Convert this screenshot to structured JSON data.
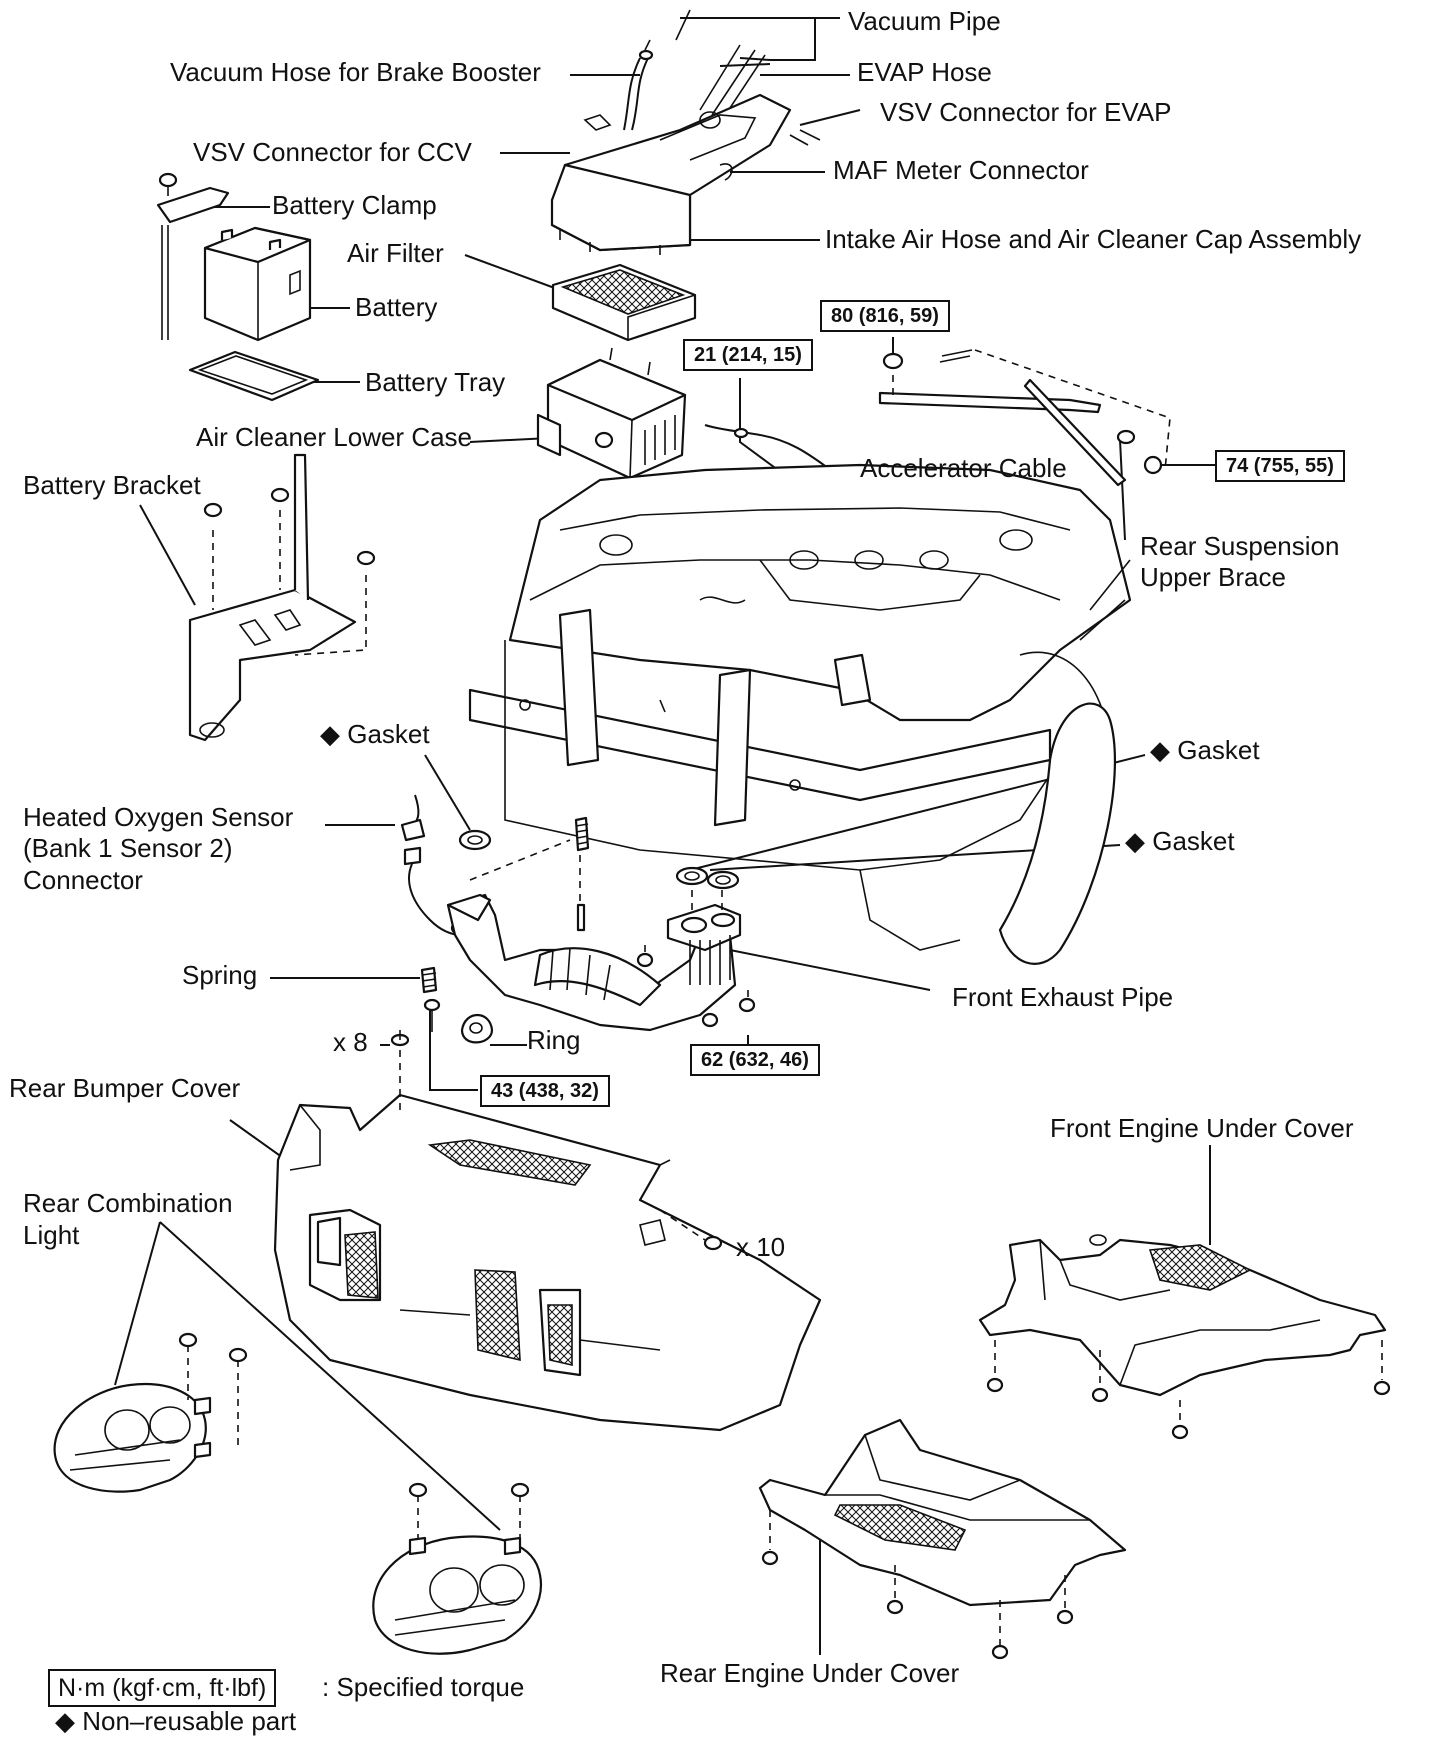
{
  "labels": {
    "vacuum_pipe": "Vacuum Pipe",
    "vacuum_hose_brake_booster": "Vacuum Hose for Brake Booster",
    "evap_hose": "EVAP Hose",
    "vsv_connector_evap": "VSV Connector for EVAP",
    "vsv_connector_ccv": "VSV Connector for CCV",
    "maf_meter_connector": "MAF Meter Connector",
    "battery_clamp": "Battery Clamp",
    "intake_air_hose_assembly": "Intake Air Hose and Air Cleaner Cap Assembly",
    "air_filter": "Air Filter",
    "battery": "Battery",
    "battery_tray": "Battery Tray",
    "air_cleaner_lower_case": "Air Cleaner Lower Case",
    "accelerator_cable": "Accelerator Cable",
    "battery_bracket": "Battery Bracket",
    "rear_suspension_upper_brace_1": "Rear  Suspension",
    "rear_suspension_upper_brace_2": "Upper Brace",
    "gasket_left": "◆ Gasket",
    "gasket_right_top": "◆ Gasket",
    "gasket_right_bottom": "◆ Gasket",
    "heated_oxygen_sensor_1": "Heated Oxygen Sensor",
    "heated_oxygen_sensor_2": "(Bank 1 Sensor 2)",
    "heated_oxygen_sensor_3": "Connector",
    "spring": "Spring",
    "front_exhaust_pipe": "Front Exhaust Pipe",
    "ring": "Ring",
    "qty_x8": "x 8",
    "rear_bumper_cover": "Rear Bumper Cover",
    "front_engine_under_cover": "Front Engine Under Cover",
    "rear_combination_light_1": "Rear Combination",
    "rear_combination_light_2": "Light",
    "qty_x10": "x 10",
    "rear_engine_under_cover": "Rear Engine Under Cover"
  },
  "torques": {
    "brace_upper": "80 (816, 59)",
    "accelerator": "21 (214, 15)",
    "brace_lower": "74 (755, 55)",
    "exhaust_flange": "62 (632, 46)",
    "exhaust_bolt": "43 (438, 32)"
  },
  "legend": {
    "unit_box": "N·m (kgf·cm, ft·lbf)",
    "unit_desc": ": Specified torque",
    "non_reusable": "◆ Non–reusable part"
  }
}
